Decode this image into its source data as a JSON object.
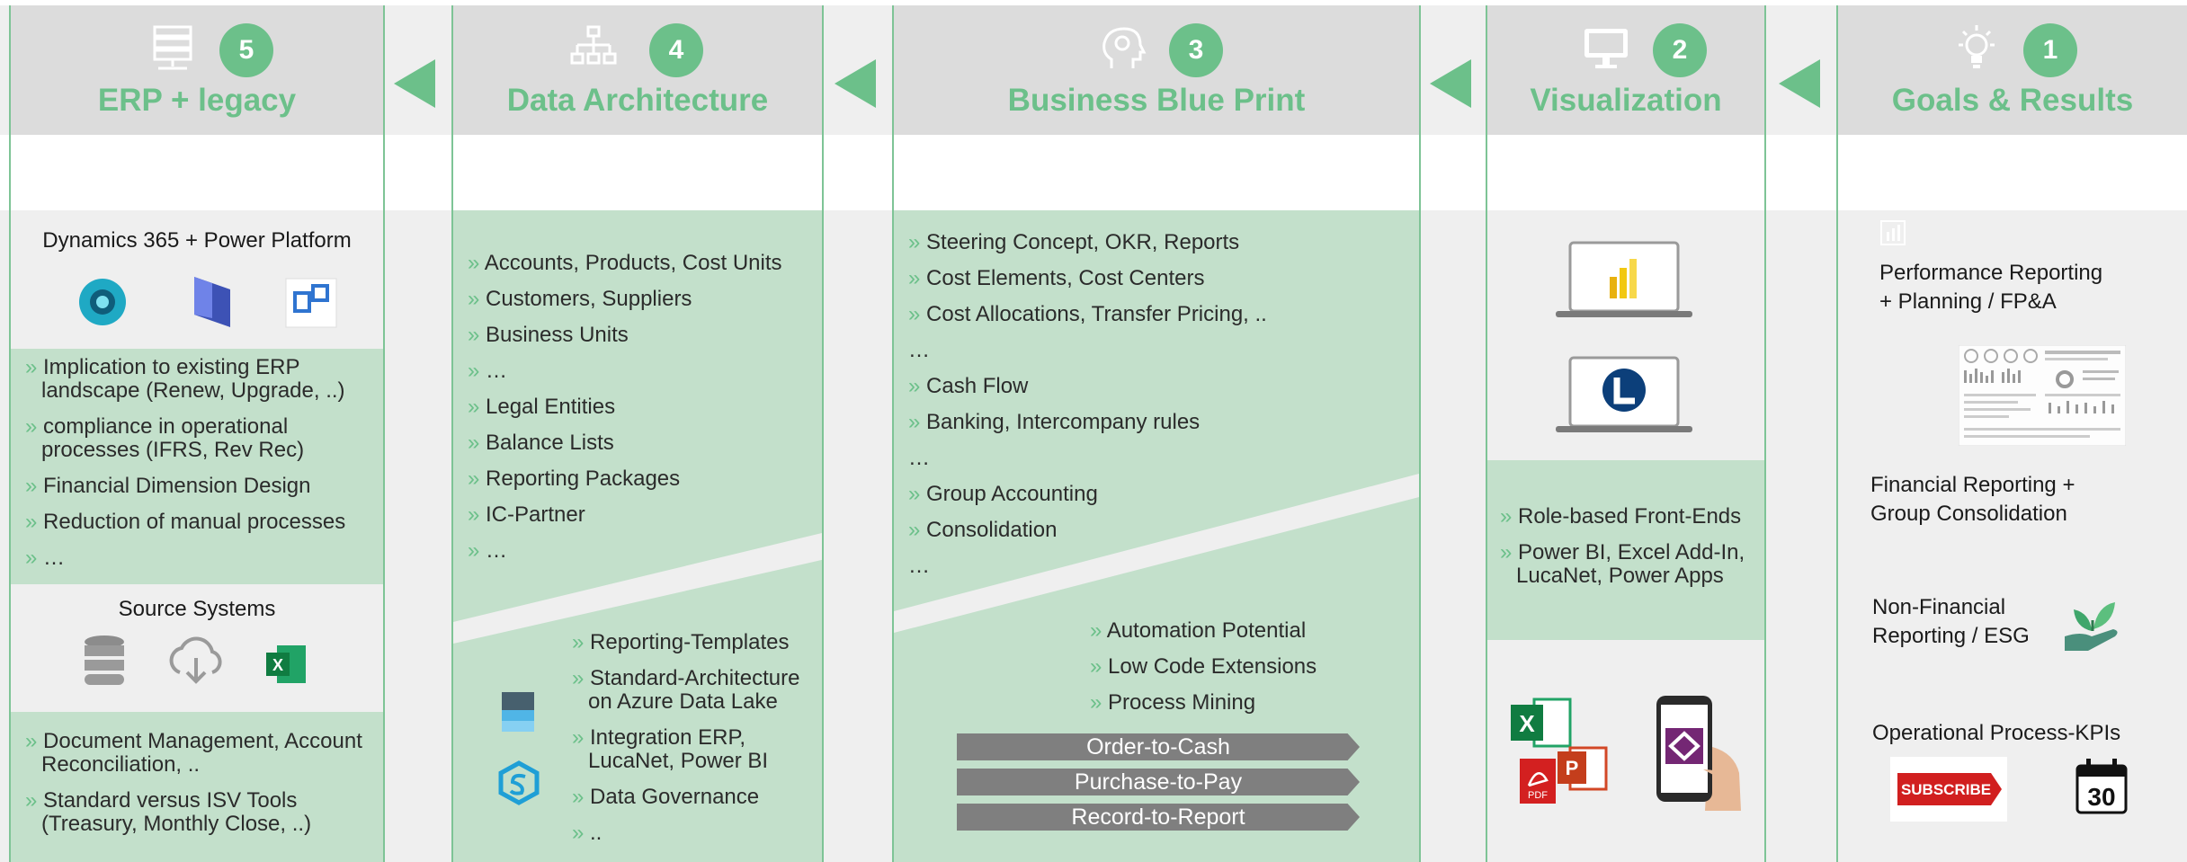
{
  "columns": {
    "erp": {
      "number": "5",
      "title": "ERP + legacy",
      "icon": "server-icon",
      "platform_label": "Dynamics 365 + Power Platform",
      "platform_icons": [
        "dynamics-bc-icon",
        "dynamics-365-icon",
        "power-automate-icon"
      ],
      "bullets_top": [
        "Implication to existing ERP landscape (Renew, Upgrade, ..)",
        "compliance in operational processes (IFRS, Rev Rec)",
        "Financial Dimension Design",
        "Reduction of manual processes",
        "…"
      ],
      "source_label": "Source Systems",
      "source_icons": [
        "database-icon",
        "cloud-download-icon",
        "excel-icon"
      ],
      "bullets_bottom": [
        "Document Management, Account Reconciliation, ..",
        "Standard versus ISV Tools (Treasury, Monthly Close, ..)"
      ]
    },
    "data": {
      "number": "4",
      "title": "Data Architecture",
      "icon": "hierarchy-icon",
      "bullets_top": [
        "Accounts, Products, Cost Units",
        "Customers, Suppliers",
        "Business Units",
        "…",
        "Legal Entities",
        "Balance Lists",
        "Reporting Packages",
        "IC-Partner",
        "…"
      ],
      "bullets_bottom": [
        "Reporting-Templates",
        "Standard-Architecture on Azure Data Lake",
        "Integration ERP, LucaNet, Power BI",
        "Data Governance",
        ".."
      ],
      "side_icons": [
        "data-lake-icon",
        "synapse-icon"
      ]
    },
    "blueprint": {
      "number": "3",
      "title": "Business Blue Print",
      "icon": "head-gear-icon",
      "lines_top": [
        {
          "text": "Steering Concept, OKR, Reports",
          "bullet": true
        },
        {
          "text": "Cost Elements, Cost Centers",
          "bullet": true
        },
        {
          "text": "Cost Allocations, Transfer Pricing, ..",
          "bullet": true
        },
        {
          "text": "…",
          "bullet": false
        },
        {
          "text": "Cash Flow",
          "bullet": true
        },
        {
          "text": "Banking, Intercompany rules",
          "bullet": true
        },
        {
          "text": "…",
          "bullet": false
        },
        {
          "text": "Group Accounting",
          "bullet": true
        },
        {
          "text": "Consolidation",
          "bullet": true
        },
        {
          "text": "…",
          "bullet": false
        }
      ],
      "bullets_bottom": [
        "Automation Potential",
        "Low Code Extensions",
        "Process Mining"
      ],
      "processes": [
        "Order-to-Cash",
        "Purchase-to-Pay",
        "Record-to-Report"
      ]
    },
    "visualization": {
      "number": "2",
      "title": "Visualization",
      "icon": "monitor-icon",
      "device_icons": [
        "power-bi-laptop-icon",
        "lucanet-laptop-icon"
      ],
      "bullets": [
        "Role-based Front-Ends",
        "Power BI, Excel Add-In, LucaNet, Power Apps"
      ],
      "bottom_icons": [
        "office-apps-icon",
        "power-apps-phone-icon"
      ],
      "office_letters": {
        "excel": "X",
        "powerpoint": "P",
        "pdf": "PDF"
      }
    },
    "goals": {
      "number": "1",
      "title": "Goals & Results",
      "icon": "lightbulb-icon",
      "items": [
        {
          "label": "Performance Reporting\n+ Planning / FP&A",
          "icon": "dashboard-thumbnail-icon"
        },
        {
          "label": "Financial Reporting +\nGroup Consolidation",
          "icon": ""
        },
        {
          "label": "Non-Financial\nReporting / ESG",
          "icon": "plant-hand-icon"
        },
        {
          "label": "Operational Process-KPIs",
          "icon": "subscribe-calendar-icon"
        }
      ],
      "subscribe_text": "SUBSCRIBE",
      "calendar_number": "30"
    }
  },
  "colors": {
    "accent": "#6cc08a",
    "green_fill": "#c3e0cb",
    "band_grey": "#efefef",
    "header_grey": "#dcdcdc",
    "process_grey": "#7f7f7f"
  }
}
